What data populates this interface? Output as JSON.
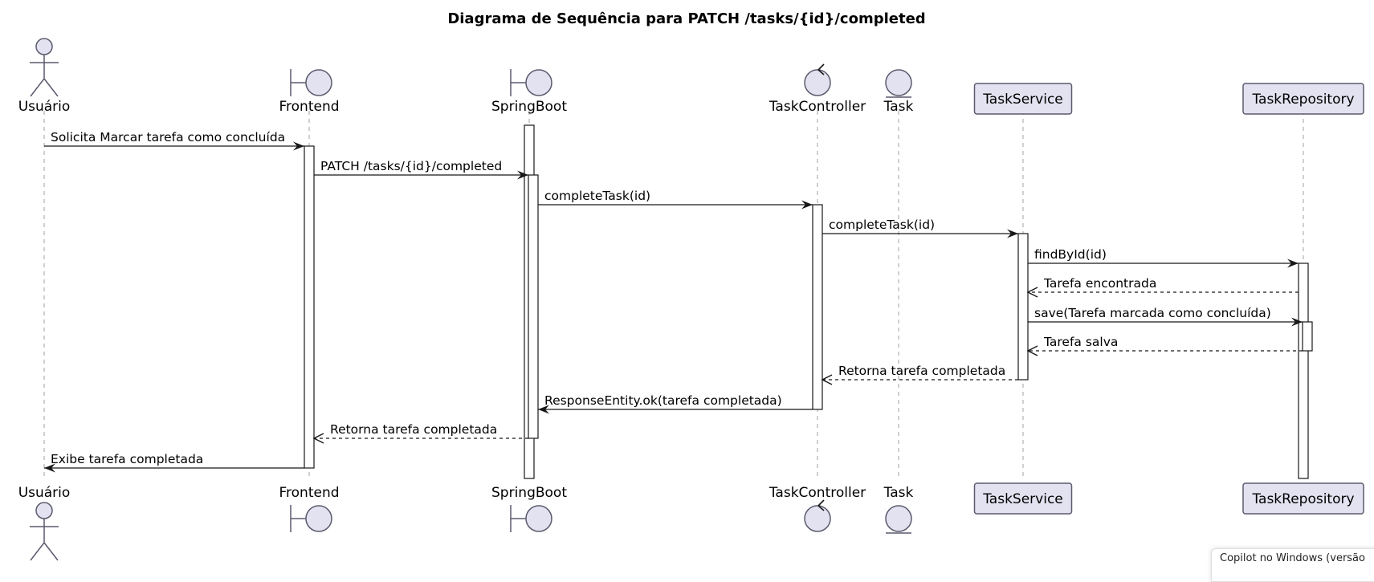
{
  "title": "Diagrama de Sequência para PATCH /tasks/{id}/completed",
  "participants": [
    {
      "id": "usuario",
      "label": "Usuário",
      "kind": "actor"
    },
    {
      "id": "frontend",
      "label": "Frontend",
      "kind": "boundary"
    },
    {
      "id": "springboot",
      "label": "SpringBoot",
      "kind": "boundary"
    },
    {
      "id": "taskcontroller",
      "label": "TaskController",
      "kind": "control"
    },
    {
      "id": "task",
      "label": "Task",
      "kind": "entity"
    },
    {
      "id": "taskservice",
      "label": "TaskService",
      "kind": "participant"
    },
    {
      "id": "taskrepository",
      "label": "TaskRepository",
      "kind": "participant"
    }
  ],
  "messages": [
    {
      "from": "usuario",
      "to": "frontend",
      "label": "Solicita Marcar tarefa como concluída",
      "type": "sync"
    },
    {
      "from": "frontend",
      "to": "springboot",
      "label": "PATCH /tasks/{id}/completed",
      "type": "sync"
    },
    {
      "from": "springboot",
      "to": "taskcontroller",
      "label": "completeTask(id)",
      "type": "sync"
    },
    {
      "from": "taskcontroller",
      "to": "taskservice",
      "label": "completeTask(id)",
      "type": "sync"
    },
    {
      "from": "taskservice",
      "to": "taskrepository",
      "label": "findById(id)",
      "type": "sync"
    },
    {
      "from": "taskrepository",
      "to": "taskservice",
      "label": "Tarefa encontrada",
      "type": "reply"
    },
    {
      "from": "taskservice",
      "to": "taskrepository",
      "label": "save(Tarefa marcada como concluída)",
      "type": "sync"
    },
    {
      "from": "taskrepository",
      "to": "taskservice",
      "label": "Tarefa salva",
      "type": "reply"
    },
    {
      "from": "taskservice",
      "to": "taskcontroller",
      "label": "Retorna tarefa completada",
      "type": "reply"
    },
    {
      "from": "taskcontroller",
      "to": "springboot",
      "label": "ResponseEntity.ok(tarefa completada)",
      "type": "sync"
    },
    {
      "from": "springboot",
      "to": "frontend",
      "label": "Retorna tarefa completada",
      "type": "reply"
    },
    {
      "from": "frontend",
      "to": "usuario",
      "label": "Exibe tarefa completada",
      "type": "sync"
    }
  ],
  "notification": {
    "text": "Copilot no Windows (versão"
  }
}
